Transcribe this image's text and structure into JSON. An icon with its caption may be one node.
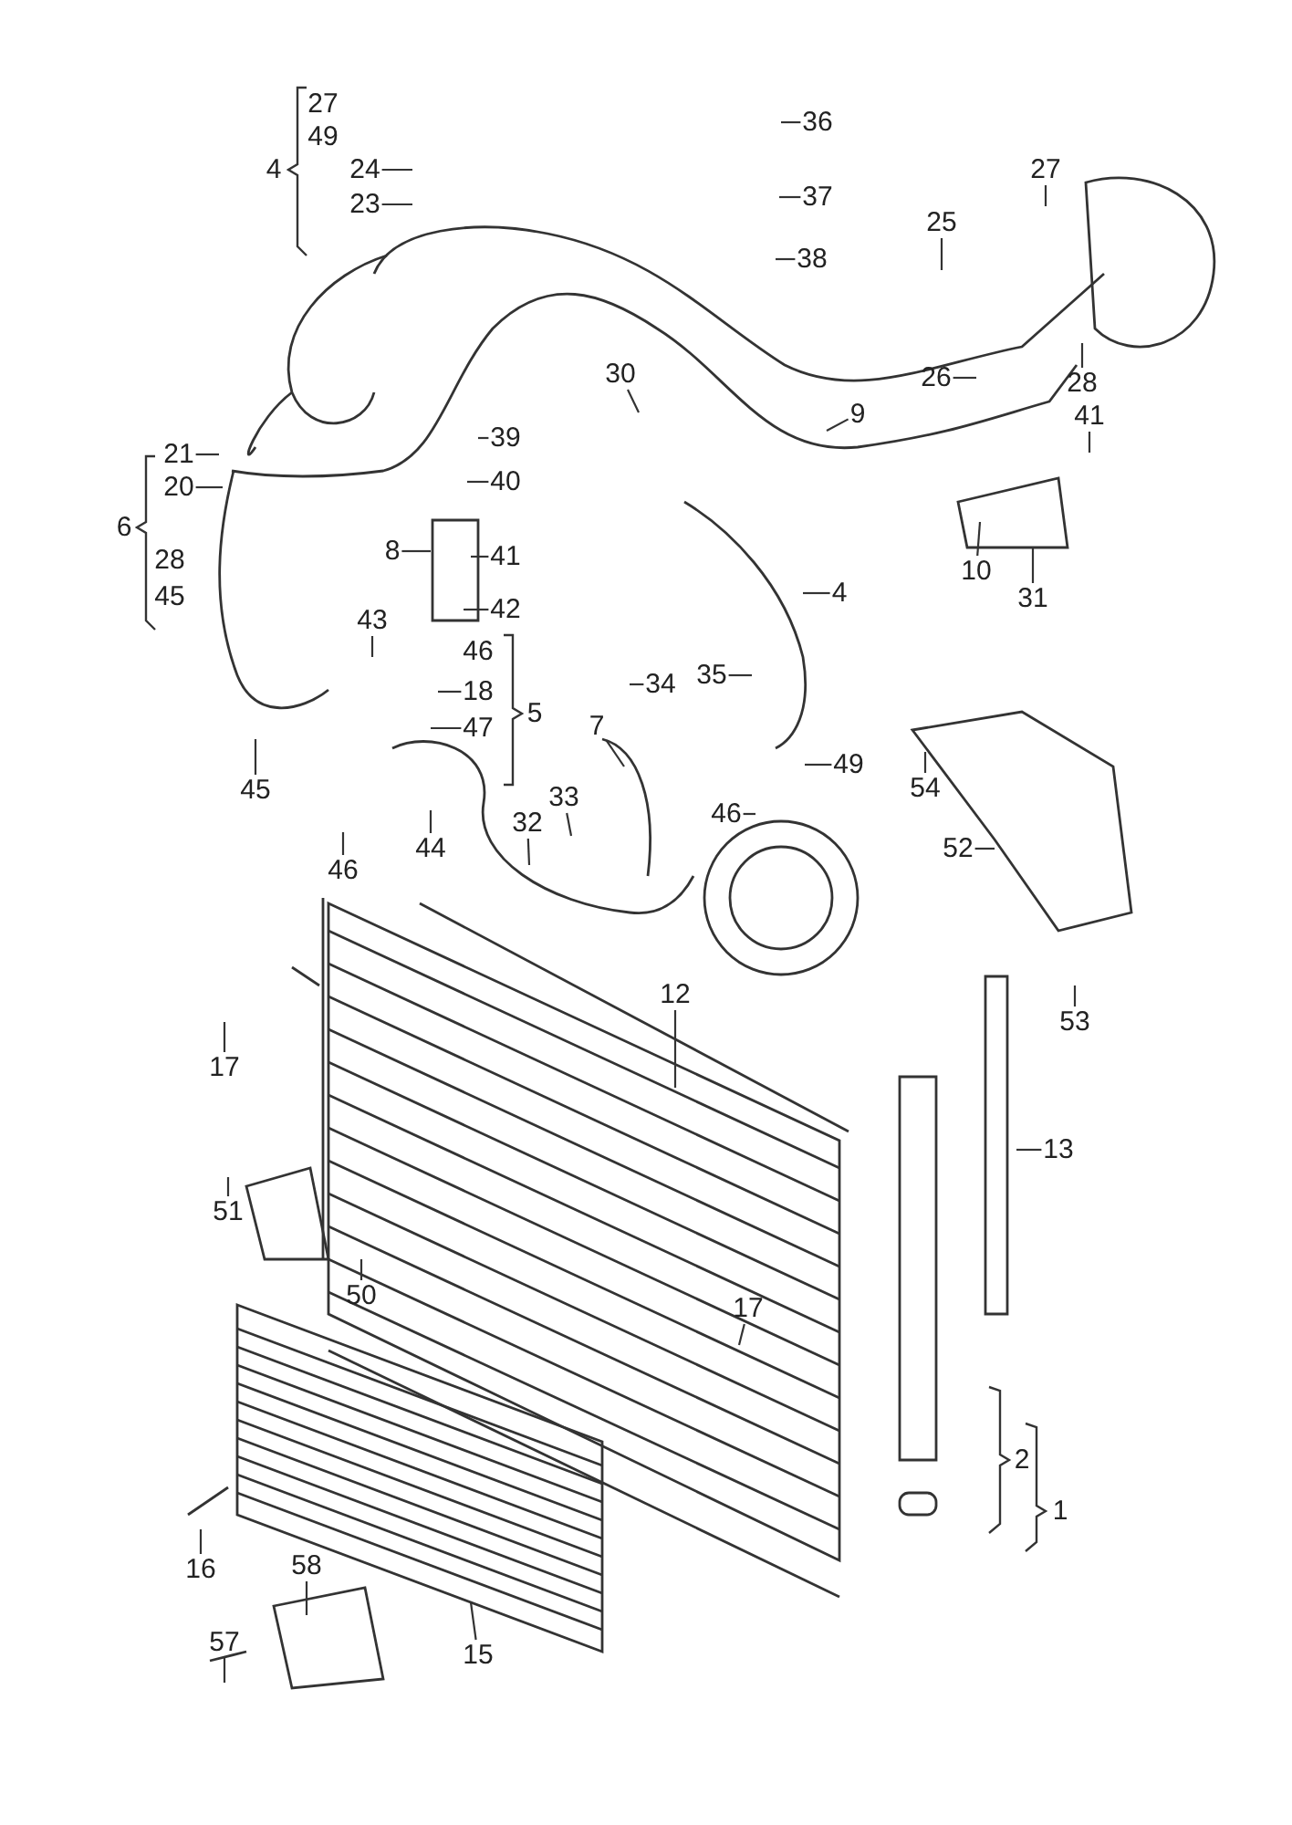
{
  "diagram": {
    "nodes": [
      {
        "text": [
          "24"
        ]
      },
      {
        "text": [
          "23"
        ]
      },
      {
        "text": [
          "36"
        ]
      },
      {
        "text": [
          "37"
        ]
      },
      {
        "text": [
          "38"
        ]
      },
      {
        "text": [
          "27"
        ]
      },
      {
        "text": [
          "25"
        ]
      },
      {
        "text": [
          "26"
        ]
      },
      {
        "text": [
          "28"
        ]
      },
      {
        "text": [
          "30"
        ]
      },
      {
        "text": [
          "9"
        ]
      },
      {
        "text": [
          "39"
        ]
      },
      {
        "text": [
          "21"
        ]
      },
      {
        "text": [
          "40"
        ]
      },
      {
        "text": [
          "20"
        ]
      },
      {
        "text": [
          "41"
        ]
      },
      {
        "text": [
          "8"
        ]
      },
      {
        "text": [
          "41"
        ]
      },
      {
        "text": [
          "4"
        ]
      },
      {
        "text": [
          "10"
        ]
      },
      {
        "text": [
          "31"
        ]
      },
      {
        "text": [
          "42"
        ]
      },
      {
        "text": [
          "43"
        ]
      },
      {
        "text": [
          "18"
        ]
      },
      {
        "text": [
          "47"
        ]
      },
      {
        "text": [
          "34"
        ]
      },
      {
        "text": [
          "35"
        ]
      },
      {
        "text": [
          "7"
        ]
      },
      {
        "text": [
          "49"
        ]
      },
      {
        "text": [
          "45"
        ]
      },
      {
        "text": [
          "54"
        ]
      },
      {
        "text": [
          "33"
        ]
      },
      {
        "text": [
          "46"
        ]
      },
      {
        "text": [
          "32"
        ]
      },
      {
        "text": [
          "44"
        ]
      },
      {
        "text": [
          "46"
        ]
      },
      {
        "text": [
          "52"
        ]
      },
      {
        "text": [
          "12"
        ]
      },
      {
        "text": [
          "53"
        ]
      },
      {
        "text": [
          "17"
        ]
      },
      {
        "text": [
          "13"
        ]
      },
      {
        "text": [
          "51"
        ]
      },
      {
        "text": [
          "50"
        ]
      },
      {
        "text": [
          "17"
        ]
      },
      {
        "text": [
          "16"
        ]
      },
      {
        "text": [
          "58"
        ]
      },
      {
        "text": [
          "15"
        ]
      },
      {
        "text": [
          "57"
        ]
      }
    ],
    "edges": [
      {
        "from": 0,
        "to": null,
        "arrow": "none"
      },
      {
        "from": 1,
        "to": null,
        "arrow": "none"
      },
      {
        "from": 2,
        "to": null,
        "arrow": "none"
      },
      {
        "from": 3,
        "to": null,
        "arrow": "none"
      },
      {
        "from": 4,
        "to": null,
        "arrow": "none"
      },
      {
        "from": 5,
        "to": null,
        "arrow": "none"
      },
      {
        "from": 6,
        "to": null,
        "arrow": "none"
      },
      {
        "from": 7,
        "to": null,
        "arrow": "none"
      },
      {
        "from": 8,
        "to": null,
        "arrow": "none"
      },
      {
        "from": 9,
        "to": null,
        "arrow": "none"
      },
      {
        "from": 10,
        "to": null,
        "arrow": "none"
      },
      {
        "from": 11,
        "to": null,
        "arrow": "none"
      },
      {
        "from": 12,
        "to": null,
        "arrow": "none"
      },
      {
        "from": 13,
        "to": null,
        "arrow": "none"
      },
      {
        "from": 14,
        "to": null,
        "arrow": "none"
      },
      {
        "from": 15,
        "to": null,
        "arrow": "none"
      },
      {
        "from": 16,
        "to": null,
        "arrow": "none"
      },
      {
        "from": 17,
        "to": null,
        "arrow": "none"
      },
      {
        "from": 18,
        "to": null,
        "arrow": "none"
      },
      {
        "from": 19,
        "to": null,
        "arrow": "none"
      },
      {
        "from": 20,
        "to": null,
        "arrow": "none"
      },
      {
        "from": 21,
        "to": null,
        "arrow": "none"
      },
      {
        "from": 22,
        "to": null,
        "arrow": "none"
      },
      {
        "from": 23,
        "to": null,
        "arrow": "none"
      },
      {
        "from": 24,
        "to": null,
        "arrow": "none"
      },
      {
        "from": 25,
        "to": null,
        "arrow": "none"
      },
      {
        "from": 26,
        "to": null,
        "arrow": "none"
      },
      {
        "from": 27,
        "to": null,
        "arrow": "none"
      },
      {
        "from": 28,
        "to": null,
        "arrow": "none"
      },
      {
        "from": 29,
        "to": null,
        "arrow": "none"
      },
      {
        "from": 30,
        "to": null,
        "arrow": "none"
      },
      {
        "from": 31,
        "to": null,
        "arrow": "none"
      },
      {
        "from": 32,
        "to": null,
        "arrow": "none"
      },
      {
        "from": 33,
        "to": null,
        "arrow": "none"
      },
      {
        "from": 34,
        "to": null,
        "arrow": "none"
      },
      {
        "from": 35,
        "to": null,
        "arrow": "none"
      },
      {
        "from": 36,
        "to": null,
        "arrow": "none"
      },
      {
        "from": 37,
        "to": null,
        "arrow": "none"
      },
      {
        "from": 38,
        "to": null,
        "arrow": "none"
      },
      {
        "from": 39,
        "to": null,
        "arrow": "none"
      },
      {
        "from": 40,
        "to": null,
        "arrow": "none"
      },
      {
        "from": 41,
        "to": null,
        "arrow": "none"
      },
      {
        "from": 42,
        "to": null,
        "arrow": "none"
      },
      {
        "from": 43,
        "to": null,
        "arrow": "none"
      },
      {
        "from": 44,
        "to": null,
        "arrow": "none"
      },
      {
        "from": 45,
        "to": null,
        "arrow": "none"
      },
      {
        "from": 46,
        "to": null,
        "arrow": "none"
      },
      {
        "from": 47,
        "to": null,
        "arrow": "none"
      }
    ],
    "labels": [
      "27",
      "49",
      "4",
      "6",
      "28",
      "45",
      "46",
      "5",
      "2",
      "1"
    ]
  }
}
